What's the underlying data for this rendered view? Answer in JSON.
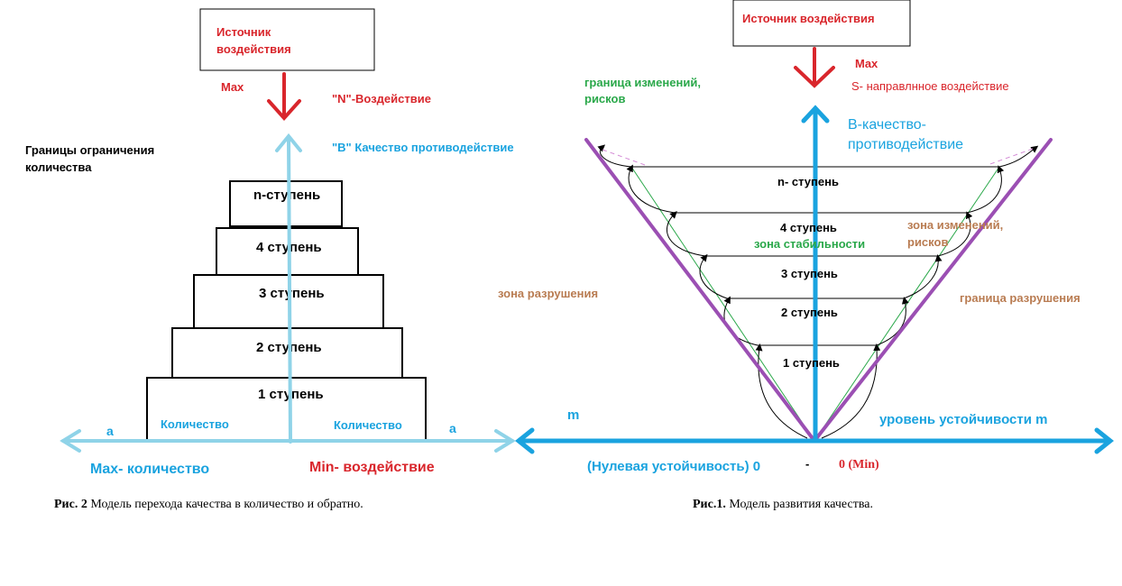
{
  "left": {
    "source_box": "Источник\nвоздействия",
    "max_label": "Max",
    "n_impact_label": "\"N\"-Воздействие",
    "b_quality_label": "\"B\" Качество противодействие",
    "limits_label": "Границы ограничения\nколичества",
    "steps": [
      "1 ступень",
      "2 ступень",
      "3 ступень",
      "4 ступень",
      "n-ступень"
    ],
    "quantity_left": "Количество",
    "quantity_right": "Количество",
    "a_left": "a",
    "a_right": "a",
    "max_quantity": "Max- количество",
    "min_impact": "Min- воздействие",
    "caption_bold": "Рис. 2",
    "caption_text": " Модель перехода качества в количество и обратно.",
    "colors": {
      "red": "#d9262c",
      "lightblue": "#8fd3e8",
      "blue": "#1aa3df"
    }
  },
  "right": {
    "source_box": "Источник воздействия",
    "max_label": "Max",
    "s_impact_label": "S- направлнное воздействие",
    "boundary_changes": "граница изменений,\nрисков",
    "b_quality_label": "В-качество-\nпротиводействие",
    "steps": [
      "1 ступень",
      "2 ступень",
      "3 ступень",
      "4 ступень",
      "n- ступень"
    ],
    "stability_zone": "зона стабильности",
    "changes_zone": "зона изменений,\nрисков",
    "destruction_zone": "зона разрушения",
    "destruction_boundary": "граница разрушения",
    "m_label": "m",
    "stability_level": "уровень устойчивости m",
    "zero_stability": "(Нулевая устойчивость) 0",
    "dash": "-",
    "zero_min": "0 (Min)",
    "caption_bold": "Рис.1.",
    "caption_text": "  Модель развития качества.",
    "colors": {
      "purple": "#9b4fb3",
      "green": "#2aa84a",
      "brown": "#b97c52",
      "pink": "#d48bd6"
    }
  }
}
